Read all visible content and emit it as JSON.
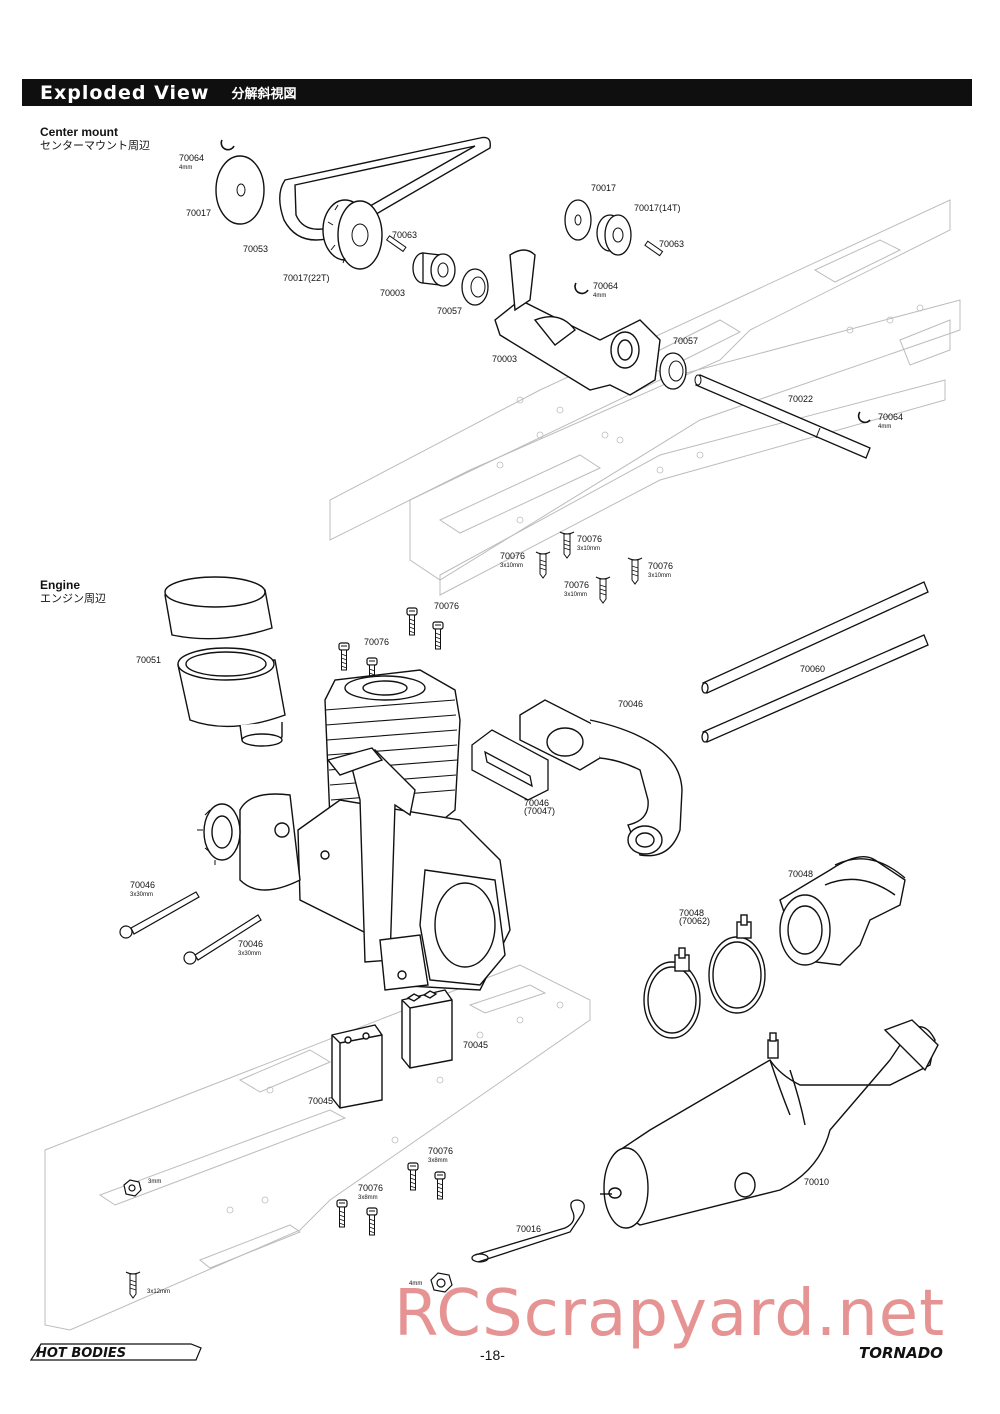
{
  "header": {
    "title_en": "Exploded View",
    "title_jp": "分解斜視図"
  },
  "sections": {
    "center": {
      "title_en": "Center mount",
      "title_jp": "センターマウント周辺"
    },
    "engine": {
      "title_en": "Engine",
      "title_jp": "エンジン周辺"
    }
  },
  "parts": [
    {
      "id": "70064",
      "sub": "4mm"
    },
    {
      "id": "70017",
      "sub": ""
    },
    {
      "id": "70053",
      "sub": ""
    },
    {
      "id": "70017(22T)",
      "sub": ""
    },
    {
      "id": "70063",
      "sub": ""
    },
    {
      "id": "70003",
      "sub": ""
    },
    {
      "id": "70057",
      "sub": ""
    },
    {
      "id": "70017",
      "sub": ""
    },
    {
      "id": "70017(14T)",
      "sub": ""
    },
    {
      "id": "70063",
      "sub": ""
    },
    {
      "id": "70064",
      "sub": "4mm"
    },
    {
      "id": "70003",
      "sub": ""
    },
    {
      "id": "70057",
      "sub": ""
    },
    {
      "id": "70022",
      "sub": ""
    },
    {
      "id": "70064",
      "sub": "4mm"
    },
    {
      "id": "70076",
      "sub": "3x10mm"
    },
    {
      "id": "70076",
      "sub": "3x10mm"
    },
    {
      "id": "70076",
      "sub": "3x10mm"
    },
    {
      "id": "70076",
      "sub": "3x10mm"
    },
    {
      "id": "70076",
      "sub": ""
    },
    {
      "id": "70076",
      "sub": ""
    },
    {
      "id": "70051",
      "sub": ""
    },
    {
      "id": "70060",
      "sub": ""
    },
    {
      "id": "70046",
      "sub": ""
    },
    {
      "id": "70046",
      "sub": "(70047)"
    },
    {
      "id": "70048",
      "sub": ""
    },
    {
      "id": "70048",
      "sub": "(70062)"
    },
    {
      "id": "70046",
      "sub": "3x30mm"
    },
    {
      "id": "70046",
      "sub": "3x30mm"
    },
    {
      "id": "70045",
      "sub": ""
    },
    {
      "id": "70045",
      "sub": ""
    },
    {
      "id": "70010",
      "sub": ""
    },
    {
      "id": "70076",
      "sub": "3x8mm"
    },
    {
      "id": "70076",
      "sub": "3x8mm"
    },
    {
      "id": "",
      "sub": "3mm"
    },
    {
      "id": "70016",
      "sub": ""
    },
    {
      "id": "",
      "sub": "4mm"
    },
    {
      "id": "",
      "sub": "3x12mm"
    }
  ],
  "footer": {
    "page_number": "-18-",
    "brand_left": "HOT BODIES",
    "brand_right": "TORNADO",
    "watermark": "RCScrapyard.net"
  }
}
